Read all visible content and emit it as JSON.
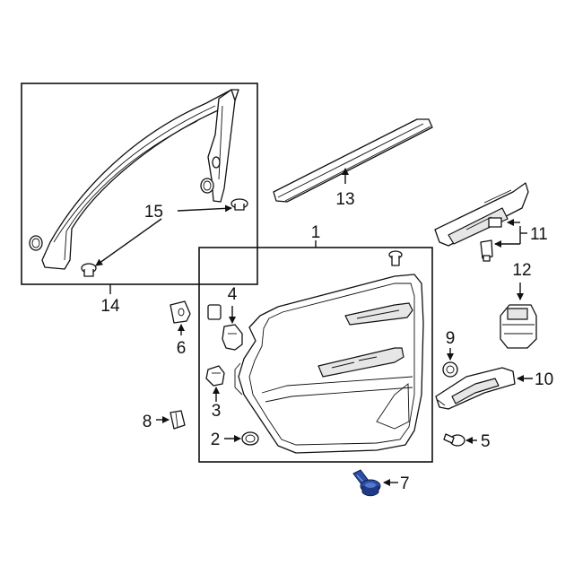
{
  "diagram": {
    "callouts": {
      "c1": "1",
      "c2": "2",
      "c3": "3",
      "c4": "4",
      "c5": "5",
      "c6": "6",
      "c7": "7",
      "c8": "8",
      "c9": "9",
      "c10": "10",
      "c11": "11",
      "c12": "12",
      "c13": "13",
      "c14": "14",
      "c15": "15"
    },
    "highlight_color": "#2b4fa8"
  }
}
